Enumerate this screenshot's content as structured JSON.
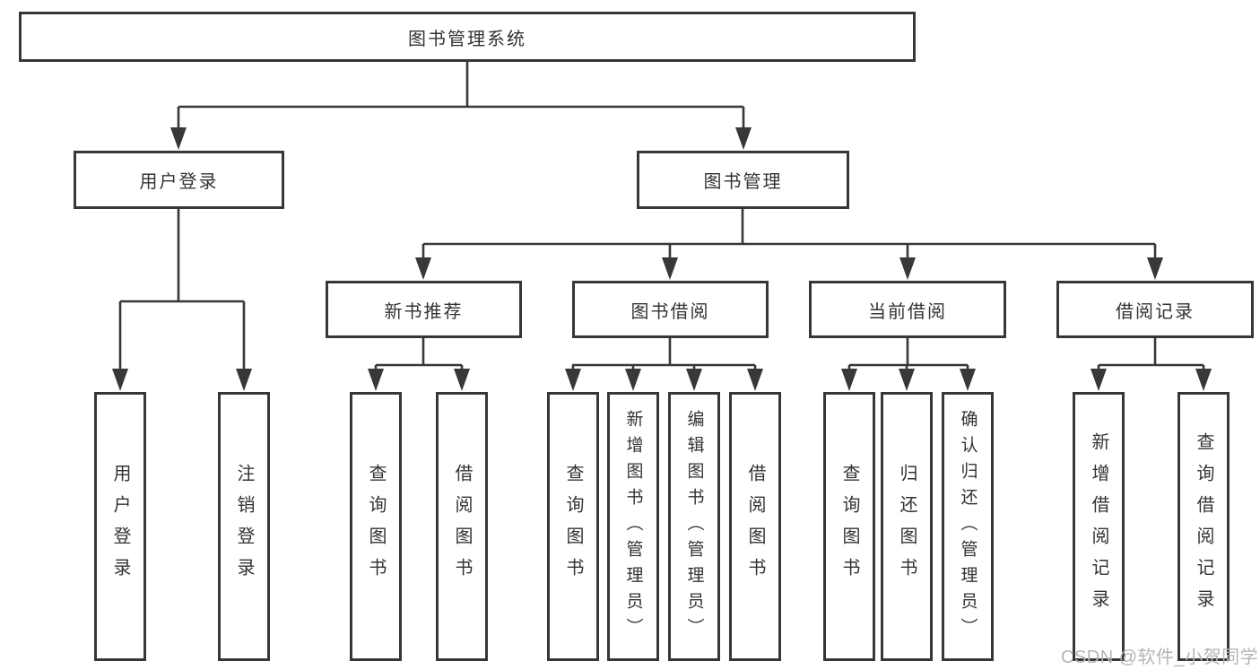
{
  "diagram_title": "图书管理系统",
  "nodes": {
    "root": "图书管理系统",
    "user_login": "用户登录",
    "book_mgmt": "图书管理",
    "new_book_rec": "新书推荐",
    "book_borrow": "图书借阅",
    "current_borrow": "当前借阅",
    "borrow_records": "借阅记录",
    "leaf_user_login": "用户登录",
    "leaf_logout": "注销登录",
    "leaf_nb_query": "查询图书",
    "leaf_nb_borrow": "借阅图书",
    "leaf_bb_query": "查询图书",
    "leaf_bb_add": "新增图书（管理员）",
    "leaf_bb_edit": "编辑图书（管理员）",
    "leaf_bb_borrow": "借阅图书",
    "leaf_cb_query": "查询图书",
    "leaf_cb_return": "归还图书",
    "leaf_cb_confirm": "确认归还（管理员）",
    "leaf_rec_add": "新增借阅记录",
    "leaf_rec_query": "查询借阅记录"
  },
  "watermark": "CSDN @软件_小贺同学",
  "colors": {
    "line": "#383838",
    "border": "#373737",
    "text": "#333333",
    "watermark": "#b5b5b5",
    "background": "#ffffff"
  }
}
